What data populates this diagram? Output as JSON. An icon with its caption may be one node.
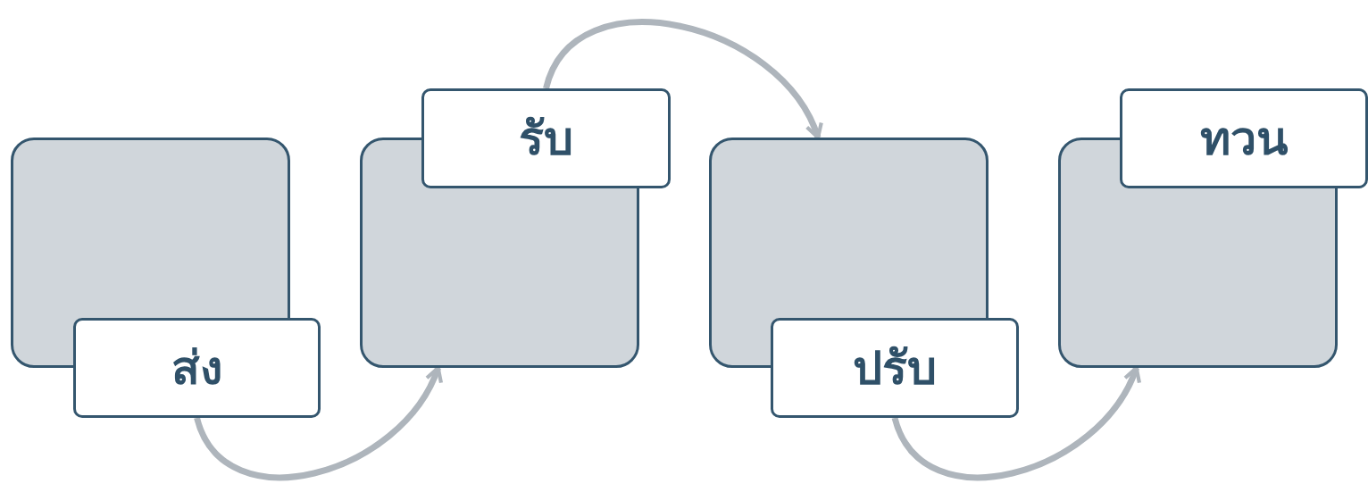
{
  "diagram": {
    "nodes": [
      {
        "text": [],
        "shape": "box"
      },
      {
        "text": [
          "ส่ง"
        ]
      },
      {
        "text": [],
        "shape": "box"
      },
      {
        "text": [
          "รับ"
        ]
      },
      {
        "text": [],
        "shape": "box"
      },
      {
        "text": [
          "ปรับ"
        ]
      },
      {
        "text": [],
        "shape": "box"
      },
      {
        "text": [
          "ทวน"
        ]
      }
    ],
    "edges": [
      {
        "from": 1,
        "to": 2,
        "arrow": "to"
      },
      {
        "from": 3,
        "to": 4,
        "arrow": "to"
      },
      {
        "from": 5,
        "to": 6,
        "arrow": "to"
      }
    ]
  }
}
